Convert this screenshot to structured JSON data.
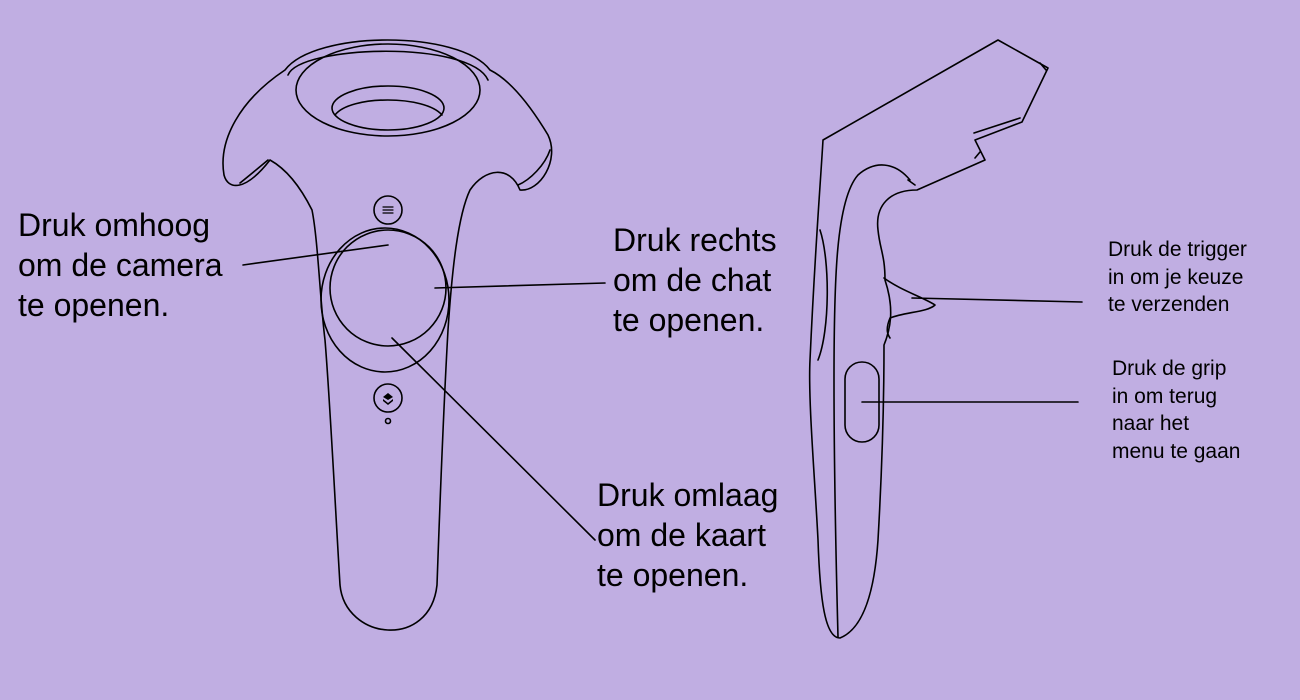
{
  "callouts": {
    "up": "Druk omhoog\nom de camera\nte openen.",
    "right": "Druk rechts\nom de chat\nte openen.",
    "down": "Druk omlaag\nom de kaart\nte openen.",
    "trigger": "Druk de trigger\nin om je keuze\nte verzenden",
    "grip": "Druk de grip\nin om terug\nnaar het\nmenu te gaan"
  },
  "icons": {
    "menu_button": "menu-icon",
    "system_button": "system-icon"
  },
  "colors": {
    "background": "#c0aee2",
    "stroke": "#000000"
  }
}
